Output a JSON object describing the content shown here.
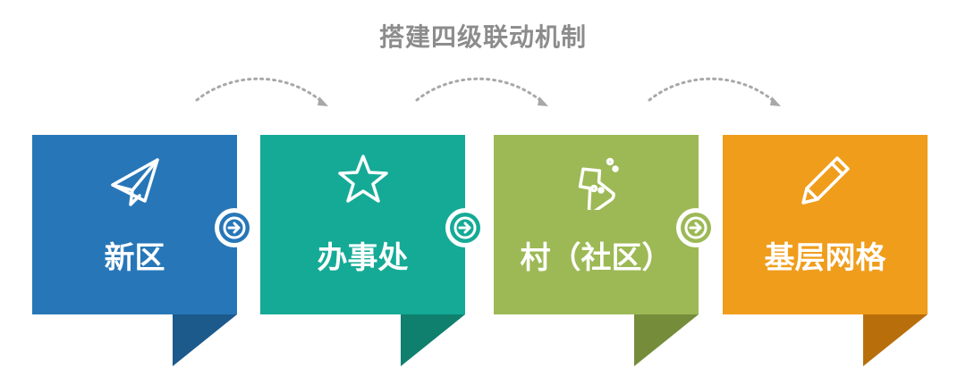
{
  "title": "搭建四级联动机制",
  "stages": [
    {
      "label": "新区",
      "icon": "paper-plane-icon",
      "color": "#2777b8",
      "tail_color": "#1c5a8c"
    },
    {
      "label": "办事处",
      "icon": "star-icon",
      "color": "#15aa96",
      "tail_color": "#0f7f6e"
    },
    {
      "label": "村（社区）",
      "icon": "flask-icon",
      "color": "#9cb955",
      "tail_color": "#758d3b"
    },
    {
      "label": "基层网格",
      "icon": "pencil-icon",
      "color": "#f09d1c",
      "tail_color": "#b86f0b"
    }
  ],
  "connector_icon": "arrow-right-circle-icon"
}
